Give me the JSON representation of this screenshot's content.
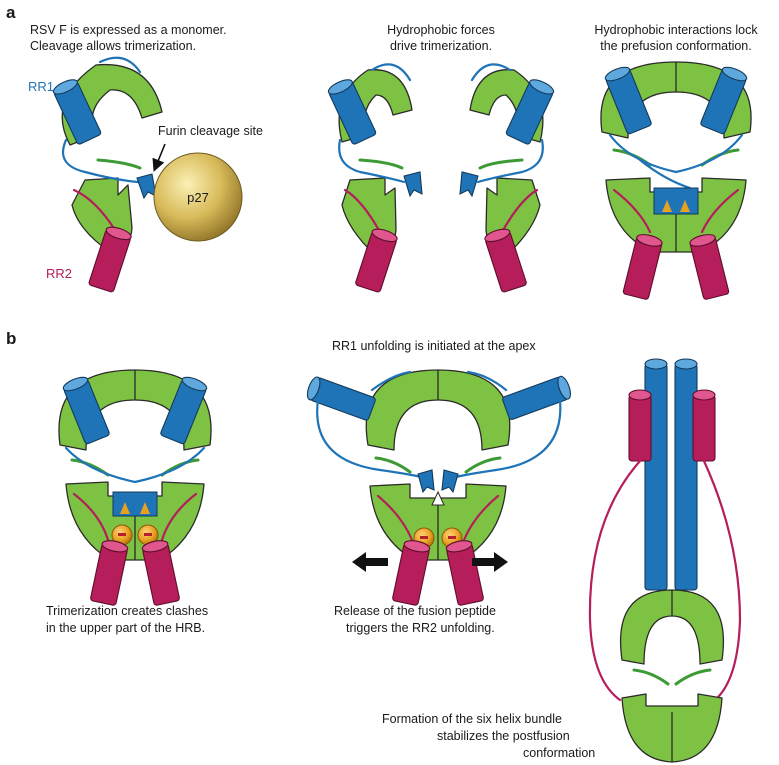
{
  "panel_a": {
    "letter": "a",
    "step1": {
      "line1": "RSV F is expressed as a monomer.",
      "line2": "Cleavage allows trimerization."
    },
    "step2": {
      "line1": "Hydrophobic forces",
      "line2": "drive trimerization."
    },
    "step3": {
      "line1": "Hydrophobic interactions lock",
      "line2": "the prefusion conformation."
    },
    "label_rr1": "RR1",
    "label_rr2": "RR2",
    "label_furin": "Furin cleavage site",
    "label_p27": "p27"
  },
  "panel_b": {
    "letter": "b",
    "top_caption": "RR1 unfolding is initiated at the apex",
    "step1": {
      "line1": "Trimerization creates clashes",
      "line2": "in the upper part of the HRB."
    },
    "step2": {
      "line1": "Release of the fusion peptide",
      "line2": "triggers the RR2 unfolding."
    },
    "step3": {
      "line1": "Formation of the six helix bundle",
      "line2": "stabilizes the postfusion",
      "line3": "conformation"
    }
  },
  "colors": {
    "domain_green": "#7dc242",
    "rr1_blue": "#1f74b8",
    "rr2_magenta": "#b51e5b",
    "p27_gold": "#c9a94a",
    "hydrophobic_orange": "#e8a020"
  },
  "icons": [
    "furin-arrow-icon",
    "left-arrow-icon",
    "right-arrow-icon"
  ]
}
